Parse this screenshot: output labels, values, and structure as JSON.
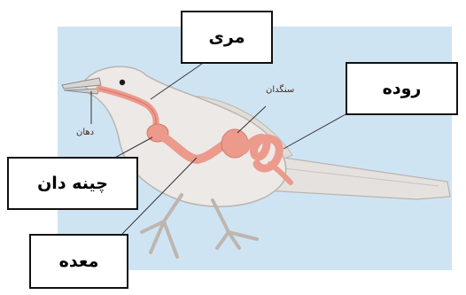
{
  "labels": {
    "esophagus": "مری",
    "intestine": "روده",
    "crop": "چینه دان",
    "stomach": "معده",
    "gizzard": "سنگدان",
    "mouth": "دهان"
  },
  "colors": {
    "background_panel": "#cfe4f3",
    "bird_body": "#ece9e6",
    "digestive_tract": "#ec9a8c",
    "tract_outline": "#d7766a",
    "leader_lines": "#333333"
  }
}
